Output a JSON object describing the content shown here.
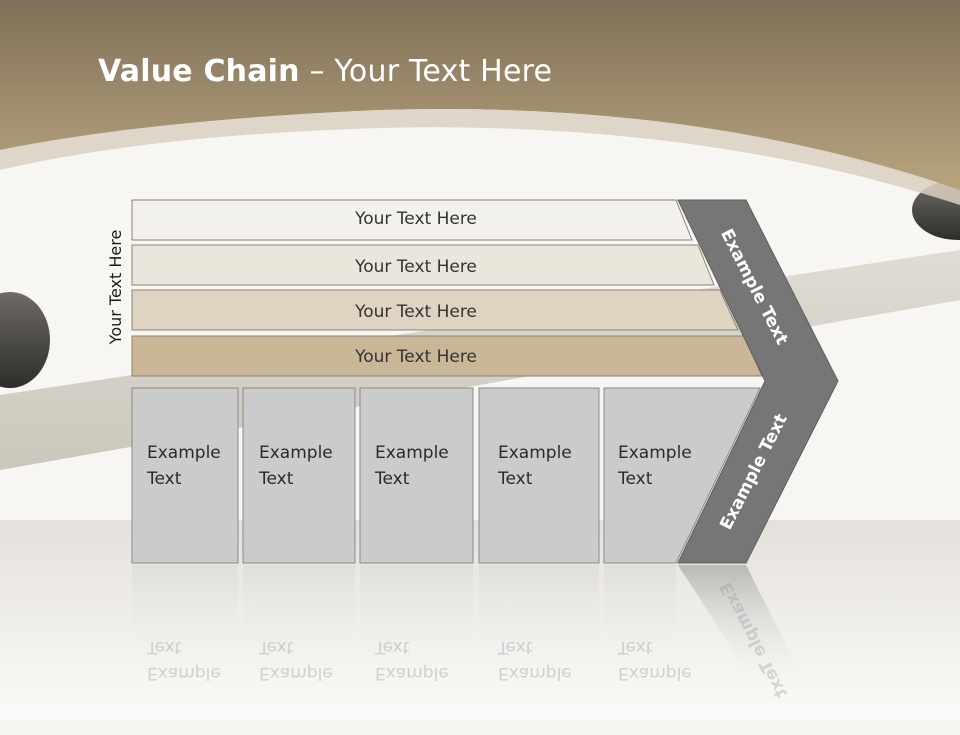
{
  "slide": {
    "title_bold": "Value Chain",
    "title_rest": " – Your Text Here",
    "side_label": "Your Text Here"
  },
  "support_activities": [
    "Your Text Here",
    "Your Text Here",
    "Your Text Here",
    "Your Text Here"
  ],
  "primary_activities": [
    {
      "line1": "Example",
      "line2": "Text"
    },
    {
      "line1": "Example",
      "line2": "Text"
    },
    {
      "line1": "Example",
      "line2": "Text"
    },
    {
      "line1": "Example",
      "line2": "Text"
    },
    {
      "line1": "Example",
      "line2": "Text"
    }
  ],
  "margin_labels": {
    "upper": "Example Text",
    "lower": "Example Text"
  },
  "colors": {
    "header": "#a5906c",
    "band1": "#f3f1ec",
    "band2": "#ebe6dc",
    "band3": "#dfd4c2",
    "band4": "#c9b797",
    "box": "#cbcbcb",
    "arrow": "#767676"
  }
}
